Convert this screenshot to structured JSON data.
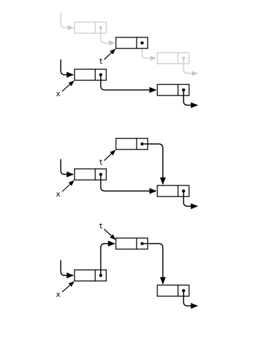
{
  "panels": [
    {
      "id": "panel-1",
      "labels": {
        "x": "x",
        "t": "t"
      }
    },
    {
      "id": "panel-2",
      "labels": {
        "x": "x",
        "t": "t"
      }
    },
    {
      "id": "panel-3",
      "labels": {
        "x": "x",
        "t": "t"
      }
    }
  ],
  "colors": {
    "ink": "#000000",
    "faded": "#c8c8c8",
    "background": "#ffffff"
  }
}
